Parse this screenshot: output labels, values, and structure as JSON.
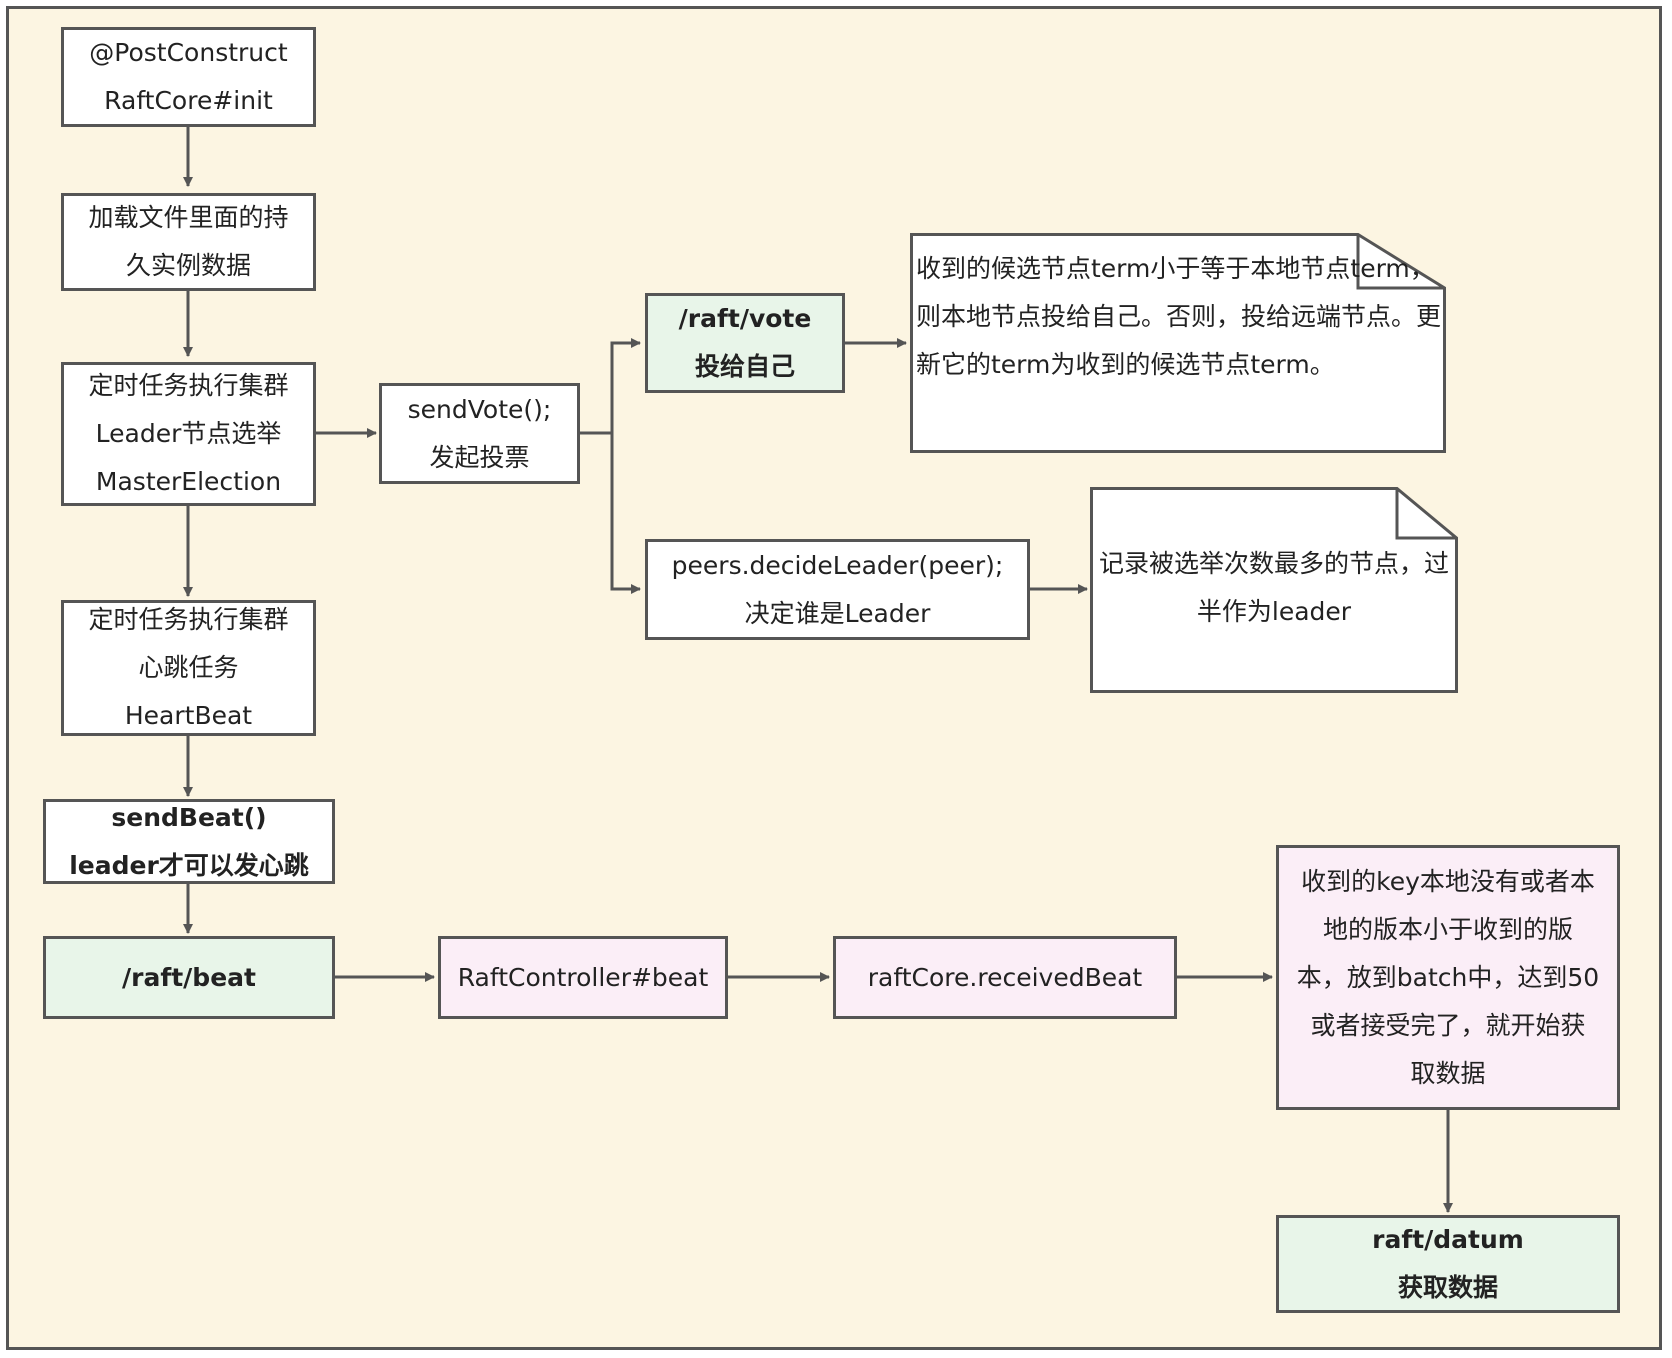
{
  "colors": {
    "canvas_bg": "#fcf5e2",
    "border": "#555555",
    "box_default": "#ffffff",
    "box_green": "#e8f5e9",
    "box_pink": "#fbeef7"
  },
  "nodes": {
    "post_construct": {
      "lines": [
        "@PostConstruct",
        "RaftCore#init"
      ]
    },
    "load_data": {
      "lines": [
        "加载文件里面的持",
        "久实例数据"
      ]
    },
    "master_election": {
      "lines": [
        "定时任务执行集群",
        "Leader节点选举",
        "MasterElection"
      ]
    },
    "send_vote": {
      "lines": [
        "sendVote();",
        "发起投票"
      ]
    },
    "raft_vote": {
      "lines": [
        "/raft/vote",
        "投给自己"
      ]
    },
    "vote_note": {
      "lines": [
        "收到的候选节点term小于等于本地节点",
        "term，则本地节点投给自己。",
        "否则，投给远端节点。",
        "更新它的term为收到的候选节点term。"
      ]
    },
    "decide_leader": {
      "lines": [
        "peers.decideLeader(peer);",
        "决定谁是Leader"
      ]
    },
    "leader_note": {
      "lines": [
        "记录被选举次数最多的节",
        "点，过半作为leader"
      ]
    },
    "heartbeat_task": {
      "lines": [
        "定时任务执行集群",
        "心跳任务",
        "HeartBeat"
      ]
    },
    "send_beat": {
      "lines": [
        "sendBeat()",
        "leader才可以发心跳"
      ]
    },
    "raft_beat": {
      "lines": [
        "/raft/beat"
      ]
    },
    "raft_controller_beat": {
      "lines": [
        "RaftController#beat"
      ]
    },
    "received_beat": {
      "lines": [
        "raftCore.receivedBeat"
      ]
    },
    "batch_note": {
      "lines": [
        "收到的key本地没有或者本",
        "地的版本小于收到的版",
        "本，放到batch中，达到50",
        "或者接受完了，就开始获",
        "取数据"
      ]
    },
    "raft_datum": {
      "lines": [
        "raft/datum",
        "获取数据"
      ]
    }
  }
}
